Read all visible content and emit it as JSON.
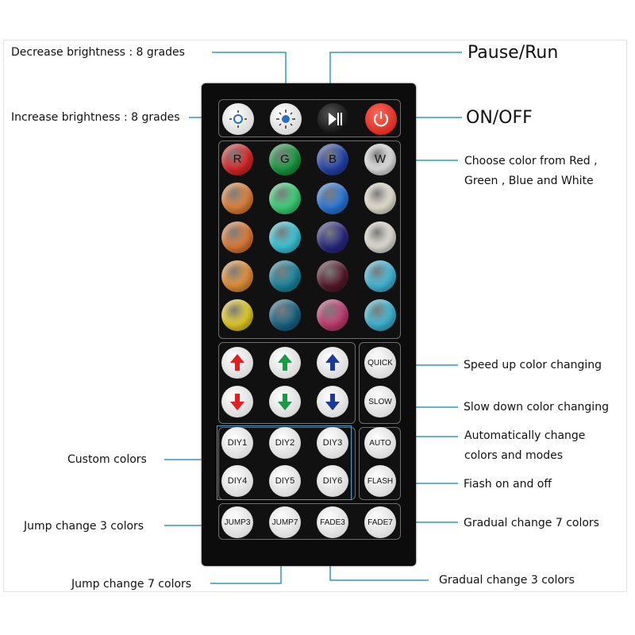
{
  "annotations": {
    "decrease_brightness": "Decrease brightness : 8 grades",
    "increase_brightness": "Increase brightness : 8 grades",
    "pause_run": "Pause/Run",
    "on_off": "ON/OFF",
    "choose_color": [
      "Choose color from Red ,",
      "Green , Blue and White"
    ],
    "speed_up": "Speed up color changing",
    "slow_down": "Slow down color changing",
    "automatically_change": [
      "Automatically change",
      "colors and modes"
    ],
    "flash": "Fiash on and off",
    "custom_colors": "Custom colors",
    "jump3": "Jump change 3 colors",
    "jump7": "Jump change 7 colors",
    "gradual7": "Gradual change 7 colors",
    "gradual3": "Gradual change 3 colors"
  },
  "remote": {
    "rgbw_letters": [
      "R",
      "G",
      "B",
      "W"
    ],
    "color_grid": [
      [
        "#e82a2a",
        "#1aa544",
        "#2448b8",
        "#f5f5f5"
      ],
      [
        "#f08a3c",
        "#3fe080",
        "#2a7ee8",
        "#fbf5e6"
      ],
      [
        "#ef8236",
        "#3cd6e8",
        "#2a2a8a",
        "#f6f2ea"
      ],
      [
        "#f59a3a",
        "#1a8fa8",
        "#5a1a2c",
        "#48c7ea"
      ],
      [
        "#f5dc2a",
        "#1a6b8c",
        "#d0407a",
        "#42c4e6"
      ]
    ],
    "speed_labels": {
      "quick": "QUICK",
      "slow": "SLOW"
    },
    "diy_labels": [
      "DIY1",
      "DIY2",
      "DIY3",
      "DIY4",
      "DIY5",
      "DIY6"
    ],
    "mode_labels": {
      "auto": "AUTO",
      "flash": "FLASH"
    },
    "bottom_labels": [
      "JUMP3",
      "JUMP7",
      "FADE3",
      "FADE7"
    ],
    "arrow_colors": {
      "red": "#e02020",
      "green": "#1a9a46",
      "blue": "#1a3a9a"
    }
  },
  "colors": {
    "callout_line": "#2f97c8",
    "callout_dot": "#2f97c8"
  }
}
